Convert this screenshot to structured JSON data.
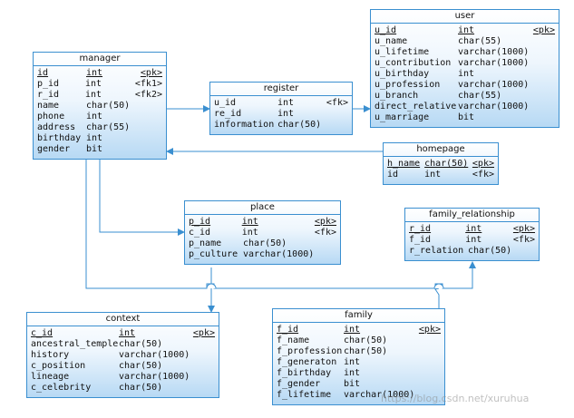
{
  "watermark": "https://blog.csdn.net/xuruhua",
  "entities": [
    {
      "id": "user",
      "title": "user",
      "rows": [
        {
          "name": "u_id",
          "type": "int",
          "key": "<pk>",
          "pk": true
        },
        {
          "name": "u_name",
          "type": "char(55)",
          "key": ""
        },
        {
          "name": "u_lifetime",
          "type": "varchar(1000)",
          "key": ""
        },
        {
          "name": "u_contribution",
          "type": "varchar(1000)",
          "key": ""
        },
        {
          "name": "u_birthday",
          "type": "int",
          "key": ""
        },
        {
          "name": "u_profession",
          "type": "varchar(1000)",
          "key": ""
        },
        {
          "name": "u_branch",
          "type": "char(55)",
          "key": ""
        },
        {
          "name": "direct_relative",
          "type": "varchar(1000)",
          "key": ""
        },
        {
          "name": "u_marriage",
          "type": "bit",
          "key": ""
        }
      ]
    },
    {
      "id": "manager",
      "title": "manager",
      "rows": [
        {
          "name": "id",
          "type": "int",
          "key": "<pk>",
          "pk": true
        },
        {
          "name": "p_id",
          "type": "int",
          "key": "<fk1>"
        },
        {
          "name": "r_id",
          "type": "int",
          "key": "<fk2>"
        },
        {
          "name": "name",
          "type": "char(50)",
          "key": ""
        },
        {
          "name": "phone",
          "type": "int",
          "key": ""
        },
        {
          "name": "address",
          "type": "char(55)",
          "key": ""
        },
        {
          "name": "birthday",
          "type": "int",
          "key": ""
        },
        {
          "name": "gender",
          "type": "bit",
          "key": ""
        }
      ]
    },
    {
      "id": "register",
      "title": "register",
      "rows": [
        {
          "name": "u_id",
          "type": "int",
          "key": "<fk>"
        },
        {
          "name": "re_id",
          "type": "int",
          "key": ""
        },
        {
          "name": "information",
          "type": "char(50)",
          "key": ""
        }
      ]
    },
    {
      "id": "homepage",
      "title": "homepage",
      "rows": [
        {
          "name": "h_name",
          "type": "char(50)",
          "key": "<pk>",
          "pk": true
        },
        {
          "name": "id",
          "type": "int",
          "key": "<fk>"
        }
      ]
    },
    {
      "id": "place",
      "title": "place",
      "rows": [
        {
          "name": "p_id",
          "type": "int",
          "key": "<pk>",
          "pk": true
        },
        {
          "name": "c_id",
          "type": "int",
          "key": "<fk>"
        },
        {
          "name": "p_name",
          "type": "char(50)",
          "key": ""
        },
        {
          "name": "p_culture",
          "type": "varchar(1000)",
          "key": ""
        }
      ]
    },
    {
      "id": "family_relationship",
      "title": "family_relationship",
      "rows": [
        {
          "name": "r_id",
          "type": "int",
          "key": "<pk>",
          "pk": true
        },
        {
          "name": "f_id",
          "type": "int",
          "key": "<fk>"
        },
        {
          "name": "r_relation",
          "type": "char(50)",
          "key": ""
        }
      ]
    },
    {
      "id": "context",
      "title": "context",
      "rows": [
        {
          "name": "c_id",
          "type": "int",
          "key": "<pk>",
          "pk": true
        },
        {
          "name": "ancestral_temple",
          "type": "char(50)",
          "key": ""
        },
        {
          "name": "history",
          "type": "varchar(1000)",
          "key": ""
        },
        {
          "name": "c_position",
          "type": "char(50)",
          "key": ""
        },
        {
          "name": "lineage",
          "type": "varchar(1000)",
          "key": ""
        },
        {
          "name": "c_celebrity",
          "type": "char(50)",
          "key": ""
        }
      ]
    },
    {
      "id": "family",
      "title": "family",
      "rows": [
        {
          "name": "f_id",
          "type": "int",
          "key": "<pk>",
          "pk": true
        },
        {
          "name": "f_name",
          "type": "char(50)",
          "key": ""
        },
        {
          "name": "f_profession",
          "type": "char(50)",
          "key": ""
        },
        {
          "name": "f_generaton",
          "type": "int",
          "key": ""
        },
        {
          "name": "f_birthday",
          "type": "int",
          "key": ""
        },
        {
          "name": "f_gender",
          "type": "bit",
          "key": ""
        },
        {
          "name": "f_lifetime",
          "type": "varchar(1000)",
          "key": ""
        }
      ]
    }
  ],
  "relationships": [
    {
      "from": "manager",
      "to": "register"
    },
    {
      "from": "register",
      "to": "user"
    },
    {
      "from": "homepage",
      "to": "manager"
    },
    {
      "from": "manager",
      "to": "place"
    },
    {
      "from": "manager",
      "to": "family_relationship"
    },
    {
      "from": "place",
      "to": "context"
    },
    {
      "from": "family",
      "to": "family_relationship"
    }
  ],
  "colors": {
    "line": "#3a8fd0",
    "border": "#3a8fd0",
    "fill_bottom": "#b7d9f4"
  }
}
